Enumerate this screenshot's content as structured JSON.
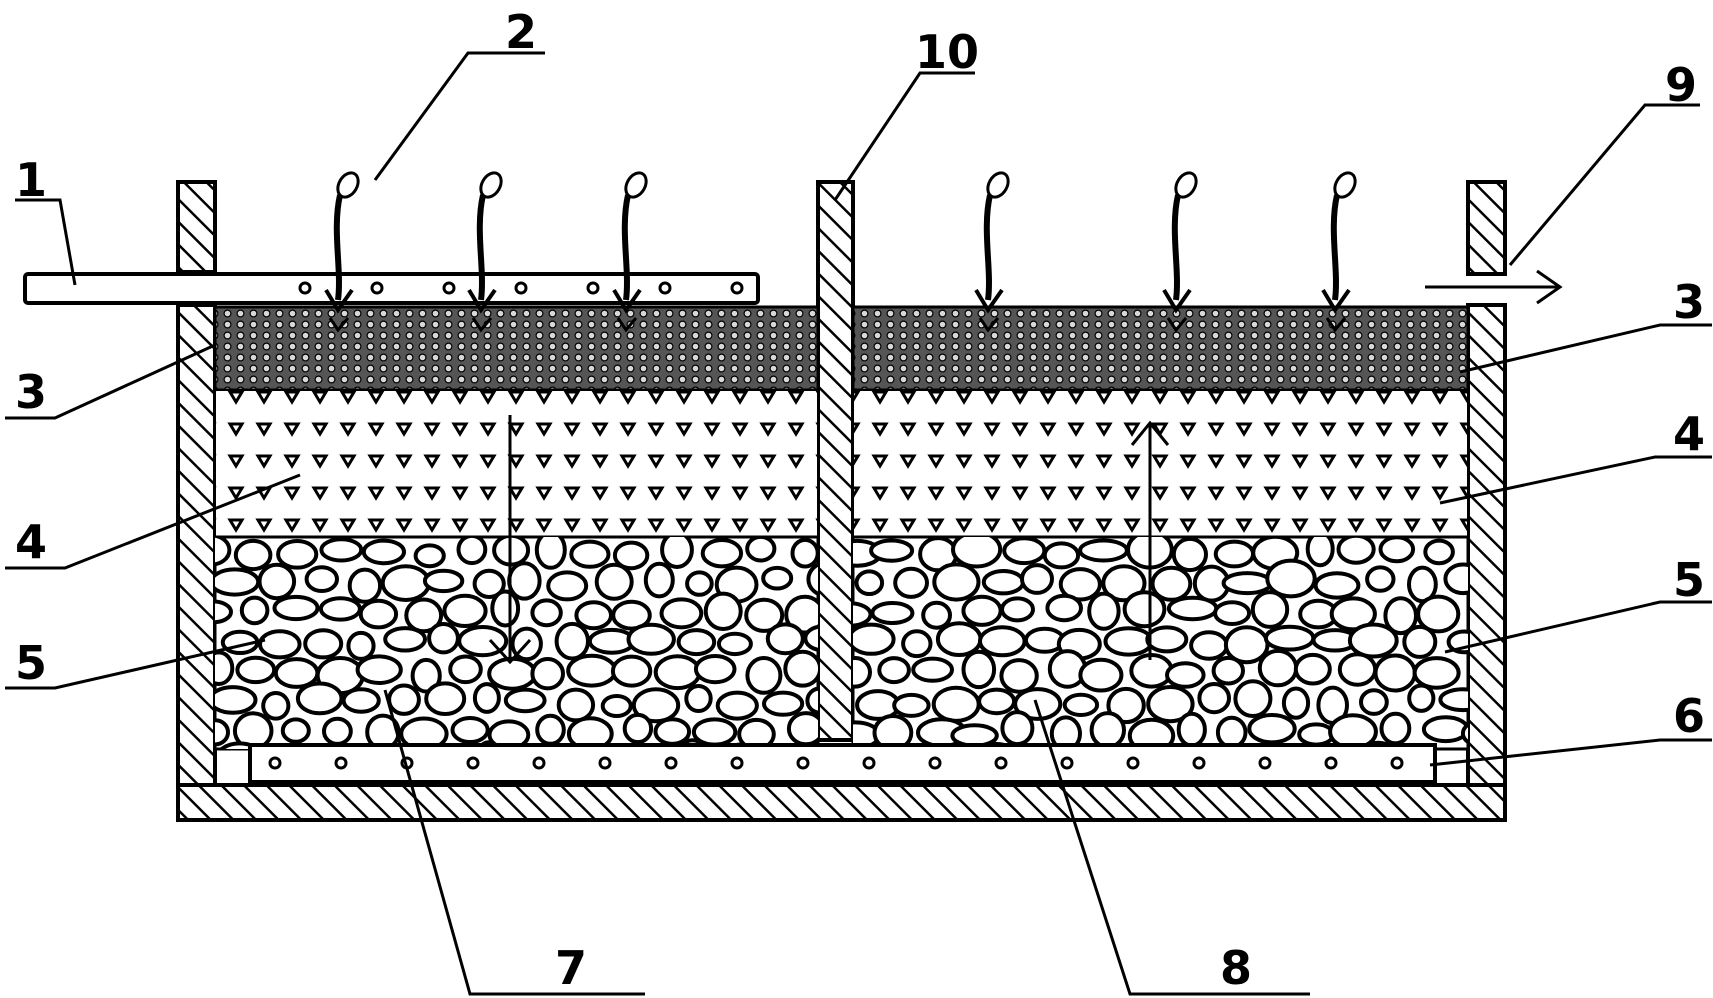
{
  "diagram": {
    "labels": {
      "inlet_pipe": "1",
      "plants": "2",
      "layer_top_left": "3",
      "layer_top_right": "3",
      "layer_middle_left": "4",
      "layer_middle_right": "4",
      "layer_bottom_left": "5",
      "layer_bottom_right": "5",
      "bottom_pipe": "6",
      "chamber_left": "7",
      "chamber_right": "8",
      "outlet": "9",
      "partition": "10"
    },
    "colors": {
      "ink": "#000000",
      "paper": "#ffffff"
    }
  }
}
